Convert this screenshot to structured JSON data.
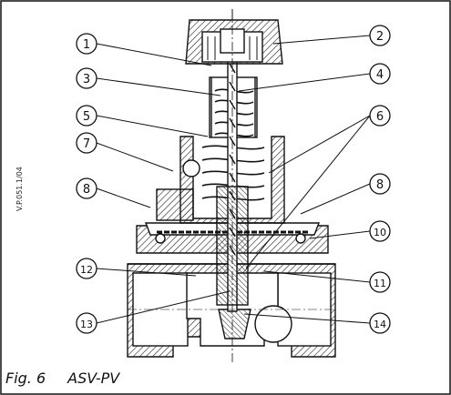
{
  "figure": {
    "caption_number": "Fig. 6",
    "caption_title": "ASV-PV",
    "drawing_code": "V.P.051.1/04"
  },
  "callouts": [
    {
      "label": "1"
    },
    {
      "label": "2"
    },
    {
      "label": "3"
    },
    {
      "label": "4"
    },
    {
      "label": "5"
    },
    {
      "label": "6"
    },
    {
      "label": "7"
    },
    {
      "label": "8"
    },
    {
      "label": "8"
    },
    {
      "label": "10"
    },
    {
      "label": "11"
    },
    {
      "label": "12"
    },
    {
      "label": "13"
    },
    {
      "label": "14"
    }
  ],
  "colors": {
    "line": "#111111",
    "hatch": "#222222",
    "paper": "#ffffff"
  }
}
